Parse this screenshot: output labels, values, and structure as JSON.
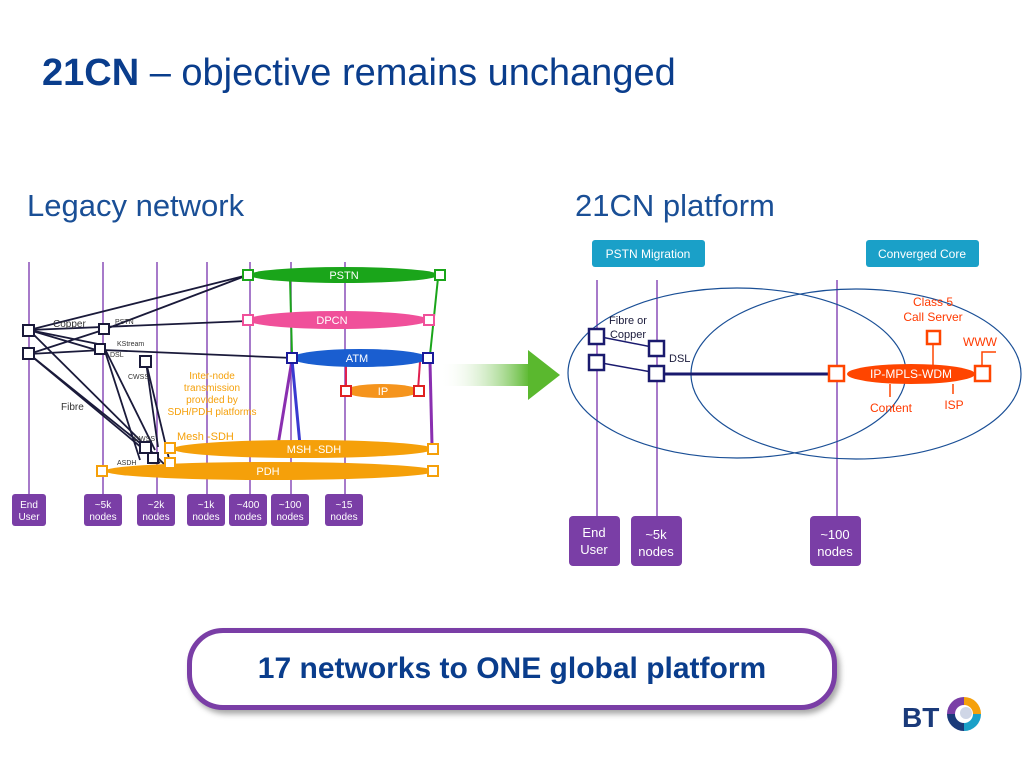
{
  "title": {
    "bold": "21CN",
    "rest": " – objective remains unchanged"
  },
  "legacy": {
    "heading": "Legacy network",
    "networks": [
      "PSTN",
      "DPCN",
      "ATM",
      "IP",
      "MSH -SDH",
      "PDH"
    ],
    "side_labels": {
      "copper": "Copper",
      "fibre": "Fibre",
      "pstn": "PSTN",
      "kstream": "KStream",
      "dsl": "DSL",
      "cwss": "CWSS",
      "dwss": "DWSS",
      "asdh": "ASDH"
    },
    "note": [
      "Inter-node",
      "transmission",
      "provided by",
      "SDH/PDH platforms"
    ],
    "mesh_sdh": "Mesh -SDH",
    "node_boxes": [
      [
        "End",
        "User"
      ],
      [
        "~5k",
        "nodes"
      ],
      [
        "~2k",
        "nodes"
      ],
      [
        "~1k",
        "nodes"
      ],
      [
        "~400",
        "nodes"
      ],
      [
        "~100",
        "nodes"
      ],
      [
        "~15",
        "nodes"
      ]
    ]
  },
  "platform": {
    "heading": "21CN platform",
    "pstn_migration": "PSTN Migration",
    "converged_core": "Converged Core",
    "fibre_or_copper": [
      "Fibre or",
      "Copper"
    ],
    "dsl": "DSL",
    "class5": [
      "Class 5",
      "Call Server"
    ],
    "www": "WWW",
    "ip_mpls": "IP-MPLS-WDM",
    "content": "Content",
    "isp": "ISP",
    "node_boxes": [
      [
        "End",
        "User"
      ],
      [
        "~5k",
        "nodes"
      ],
      [
        "~100",
        "nodes"
      ]
    ]
  },
  "banner": "17 networks to ONE global platform",
  "logo": {
    "text": "BT"
  },
  "colors": {
    "title": "#0a3d8c",
    "purple": "#7a3ea6",
    "pstn": "#1aa51a",
    "dpcn": "#f0509a",
    "atm": "#1a5ed0",
    "ip": "#f5941d",
    "sdh": "#f5a00a",
    "ip_mpls": "#ff4500",
    "navy": "#1a1a6e",
    "teal": "#1aa0c8"
  }
}
